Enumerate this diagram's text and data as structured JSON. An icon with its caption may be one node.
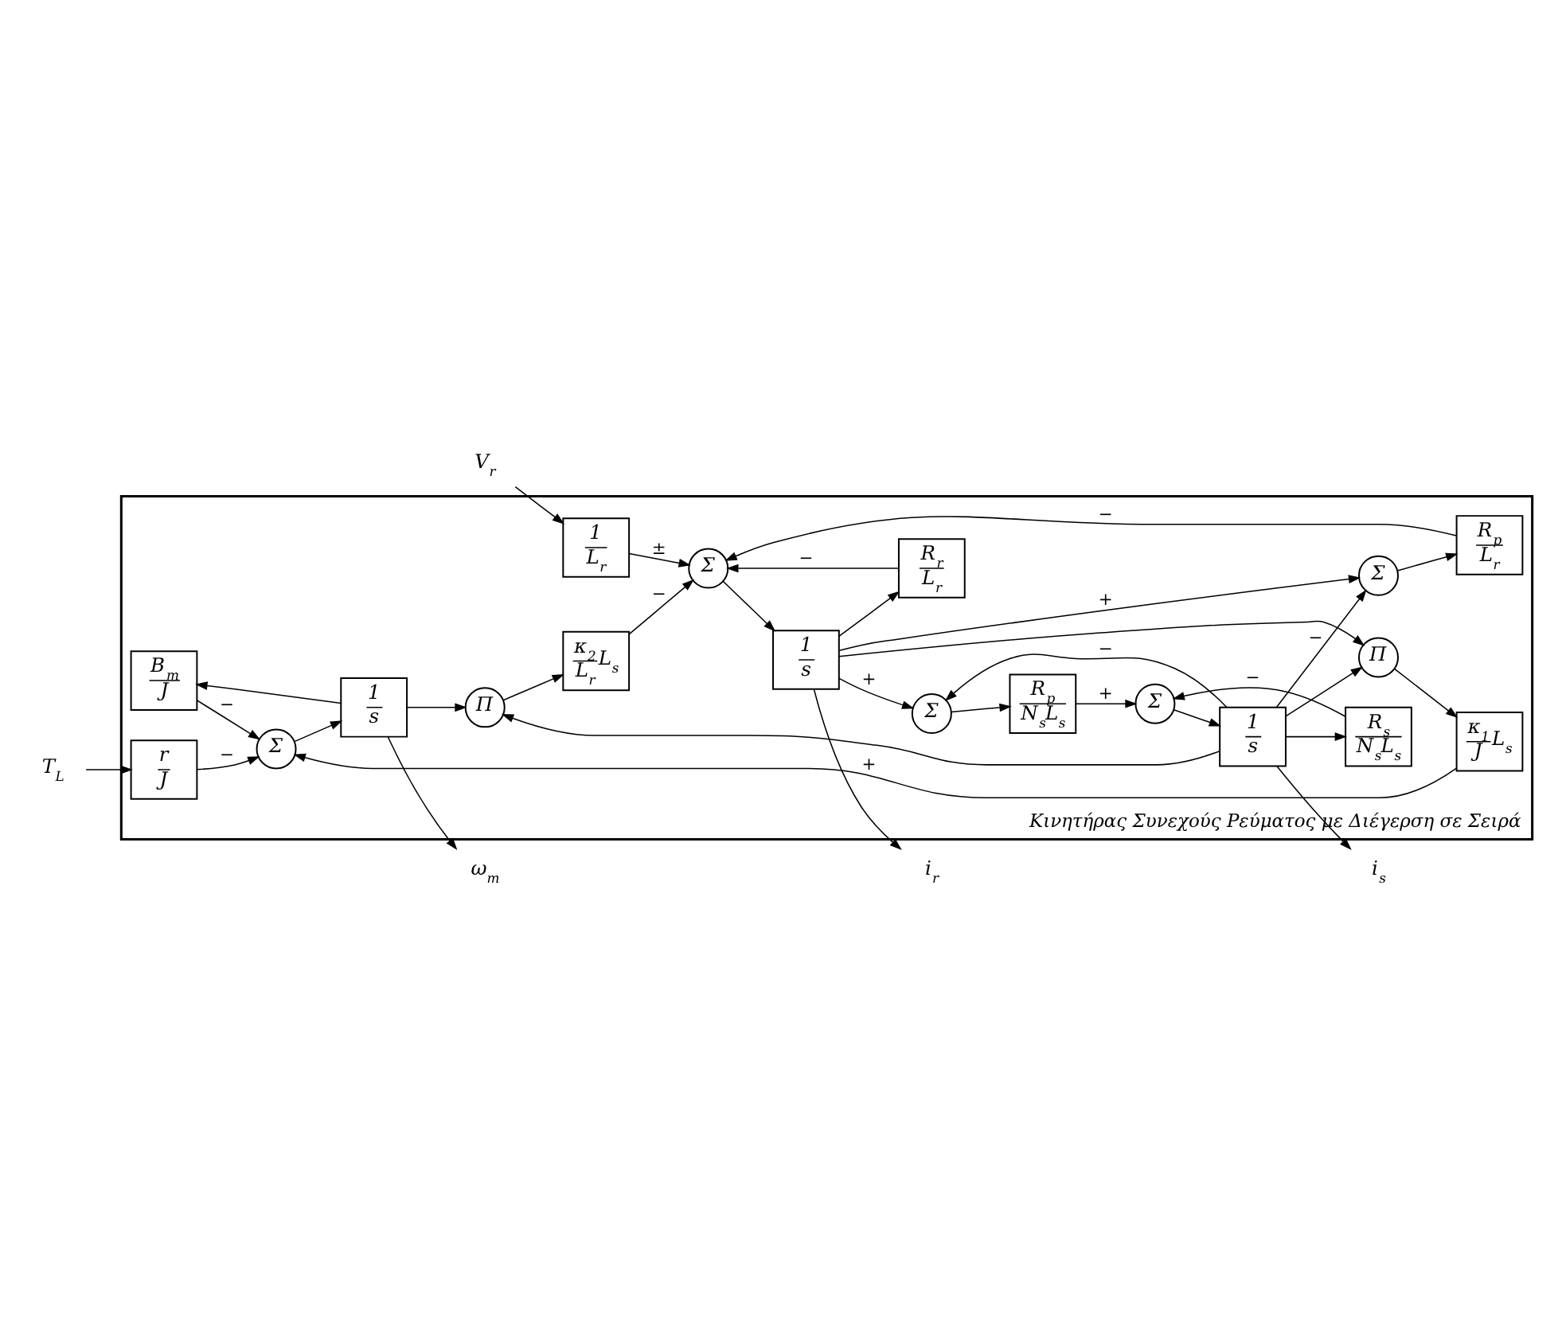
{
  "diagram": {
    "nodes": [
      {
        "text": [
          "Κινητήρας Συνεχούς Ρεύματος με Διέγερση σε Σειρά"
        ]
      },
      {
        "text": [
          "B$_{m}$",
          "J"
        ],
        "in": 0
      },
      {
        "text": [
          "T$_{L}$"
        ]
      },
      {
        "text": [
          "r",
          "J"
        ],
        "in": 0
      },
      {
        "text": [
          "Σ"
        ],
        "in": 0
      },
      {
        "text": [
          "1",
          "s"
        ],
        "in": 0
      },
      {
        "text": [
          "ω$_{m}$"
        ]
      },
      {
        "text": [
          "κ$_{1}$",
          "J",
          "L$_{s}$"
        ],
        "in": 0
      },
      {
        "text": [
          "Π"
        ],
        "in": 0
      },
      {
        "text": [
          "κ$_{2}$",
          "L$_{r}$",
          "L$_{s}$"
        ],
        "in": 0
      },
      {
        "text": [
          "V$_{r}$"
        ]
      },
      {
        "text": [
          "1",
          "L$_{r}$"
        ],
        "in": 0
      },
      {
        "text": [
          "Σ"
        ],
        "in": 0
      },
      {
        "text": [
          "1",
          "s"
        ],
        "in": 0
      },
      {
        "text": [
          "i$_{r}$"
        ]
      },
      {
        "text": [
          "Π"
        ],
        "in": 0
      },
      {
        "text": [
          "R$_{r}$",
          "L$_{r}$"
        ],
        "in": 0
      },
      {
        "text": [
          "R$_{p}$",
          "L$_{r}$"
        ],
        "in": 0
      },
      {
        "text": [
          "R$_{s}$",
          "N$_{s}$L$_{s}$"
        ],
        "in": 0
      },
      {
        "text": [
          "Σ"
        ],
        "in": 0
      },
      {
        "text": [
          "Σ"
        ],
        "in": 0
      },
      {
        "text": [
          "R$_{p}$",
          "N$_{s}$L$_{s}$"
        ],
        "in": 0
      },
      {
        "text": [
          "Σ"
        ],
        "in": 0
      },
      {
        "text": [
          "1",
          "s"
        ],
        "in": 0
      },
      {
        "text": [
          "i$_{s}$"
        ]
      }
    ],
    "edges": [
      {
        "from": 2,
        "to": 3,
        "arrow": "to"
      },
      {
        "from": 3,
        "to": 4,
        "arrow": "to",
        "label": "−"
      },
      {
        "from": 1,
        "to": 4,
        "arrow": "to",
        "label": "−"
      },
      {
        "from": 7,
        "to": 4,
        "arrow": "to",
        "label": "+"
      },
      {
        "from": 4,
        "to": 5,
        "arrow": "to"
      },
      {
        "from": 5,
        "to": 6,
        "arrow": "to"
      },
      {
        "from": 5,
        "to": 1,
        "arrow": "to"
      },
      {
        "from": 5,
        "to": 8,
        "arrow": "to"
      },
      {
        "from": 8,
        "to": 9,
        "arrow": "to"
      },
      {
        "from": 9,
        "to": 12,
        "arrow": "to",
        "label": "−"
      },
      {
        "from": 10,
        "to": 11,
        "arrow": "to"
      },
      {
        "from": 11,
        "to": 12,
        "arrow": "to",
        "label": "±"
      },
      {
        "from": 16,
        "to": 12,
        "arrow": "to",
        "label": "−"
      },
      {
        "from": 17,
        "to": 12,
        "arrow": "to",
        "label": "−"
      },
      {
        "from": 12,
        "to": 13,
        "arrow": "to"
      },
      {
        "from": 13,
        "to": 14,
        "arrow": "to"
      },
      {
        "from": 13,
        "to": 15,
        "arrow": "to"
      },
      {
        "from": 13,
        "to": 20,
        "arrow": "to",
        "label": "+"
      },
      {
        "from": 13,
        "to": 16,
        "arrow": "to"
      },
      {
        "from": 13,
        "to": 19,
        "arrow": "to",
        "label": "+"
      },
      {
        "from": 23,
        "to": 15,
        "arrow": "to"
      },
      {
        "from": 23,
        "to": 8,
        "arrow": "to"
      },
      {
        "from": 23,
        "to": 18,
        "arrow": "to"
      },
      {
        "from": 23,
        "to": 20,
        "arrow": "to",
        "label": "−"
      },
      {
        "from": 23,
        "to": 19,
        "arrow": "to",
        "label": "−"
      },
      {
        "from": 23,
        "to": 24,
        "arrow": "to"
      },
      {
        "from": 15,
        "to": 7,
        "arrow": "to"
      },
      {
        "from": 20,
        "to": 21,
        "arrow": "to"
      },
      {
        "from": 21,
        "to": 22,
        "arrow": "to",
        "label": "+"
      },
      {
        "from": 18,
        "to": 22,
        "arrow": "to",
        "label": "−"
      },
      {
        "from": 22,
        "to": 23,
        "arrow": "to"
      },
      {
        "from": 19,
        "to": 17,
        "arrow": "to"
      }
    ]
  }
}
